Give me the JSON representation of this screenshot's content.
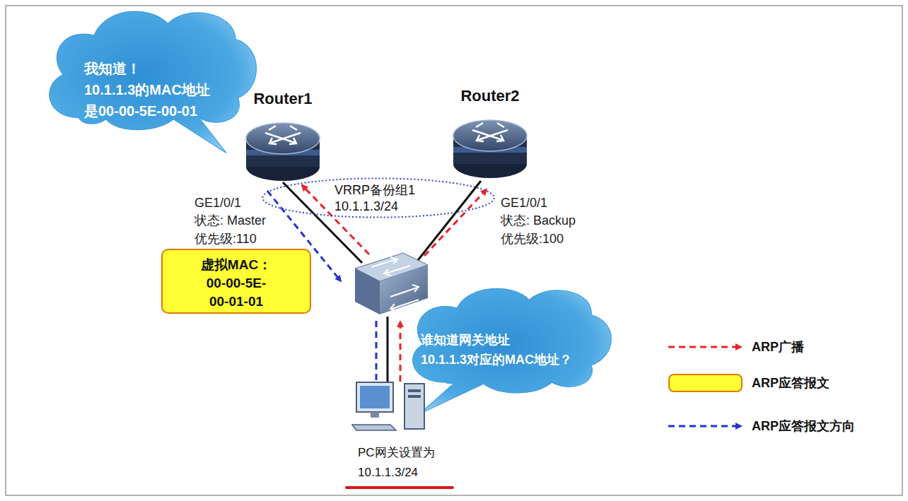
{
  "diagram": {
    "nodes": [
      {
        "text": [
          "我知道！ 10.1.1.3的MAC地址 是00-00-5E-00-01"
        ]
      },
      {
        "text": [
          "Router1"
        ]
      },
      {
        "text": [
          "Router2"
        ]
      },
      {
        "text": [
          "VRRP备份组1 10.1.1.3/24"
        ]
      },
      {
        "text": [
          "虚拟MAC： 00-00-5E-00-01-01"
        ]
      },
      {
        "text": [
          "谁知道网关地址 10.1.1.3对应的MAC地址？"
        ]
      },
      {
        "text": [
          "PC网关设置为 10.1.1.3/24"
        ]
      }
    ],
    "labels": [
      "GE1/0/1",
      "状态: Master",
      "优先级:110",
      "GE1/0/1",
      "状态: Backup",
      "优先级:100"
    ],
    "legend": [
      {
        "text": "ARP广播"
      },
      {
        "text": "ARP应答报文",
        "color": "#ffff33"
      },
      {
        "text": "ARP应答报文方向"
      }
    ]
  }
}
